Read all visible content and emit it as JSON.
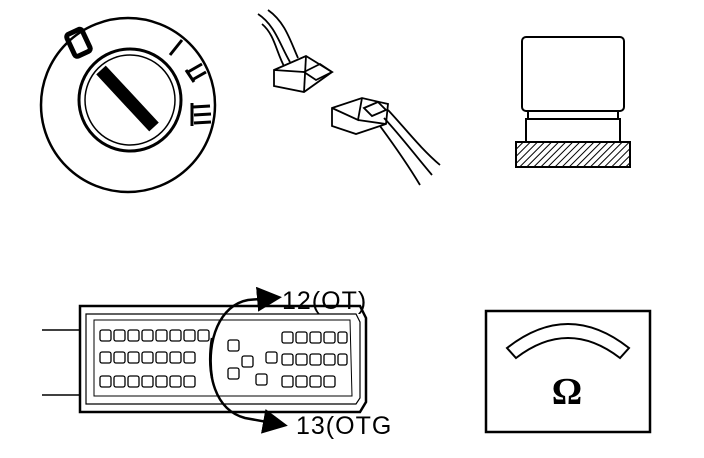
{
  "ignition_switch": {
    "positions": [
      "0",
      "I",
      "II",
      "III"
    ]
  },
  "connector": {
    "arrow_labels": {
      "top": "12(OT)",
      "bottom": "13(OTG"
    }
  },
  "ohmmeter": {
    "symbol": "Ω"
  },
  "colors": {
    "ink": "#000000",
    "paper": "#ffffff"
  }
}
